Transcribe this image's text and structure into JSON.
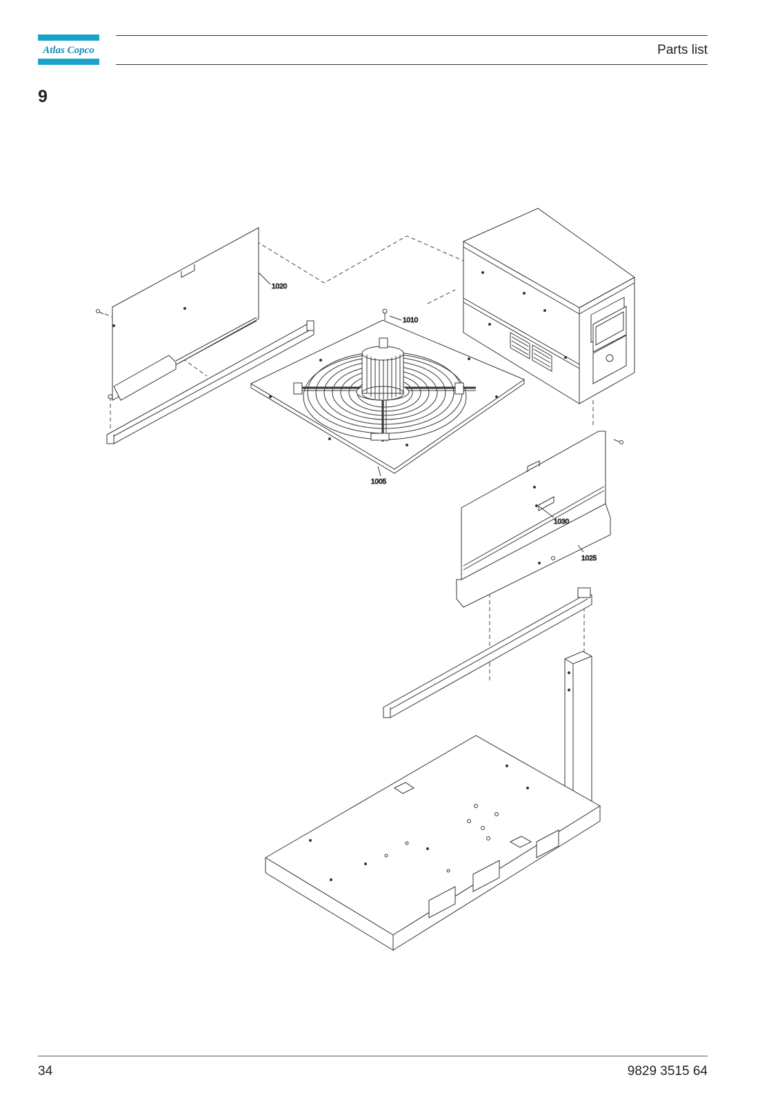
{
  "header": {
    "brand": "Atlas Copco",
    "title": "Parts list"
  },
  "section": {
    "number": "9"
  },
  "callouts": [
    "1020",
    "1010",
    "1005",
    "1030",
    "1025"
  ],
  "footer": {
    "page": "34",
    "doc_number": "9829 3515 64"
  },
  "colors": {
    "brand": "#1aa3c8",
    "line": "#333333"
  }
}
